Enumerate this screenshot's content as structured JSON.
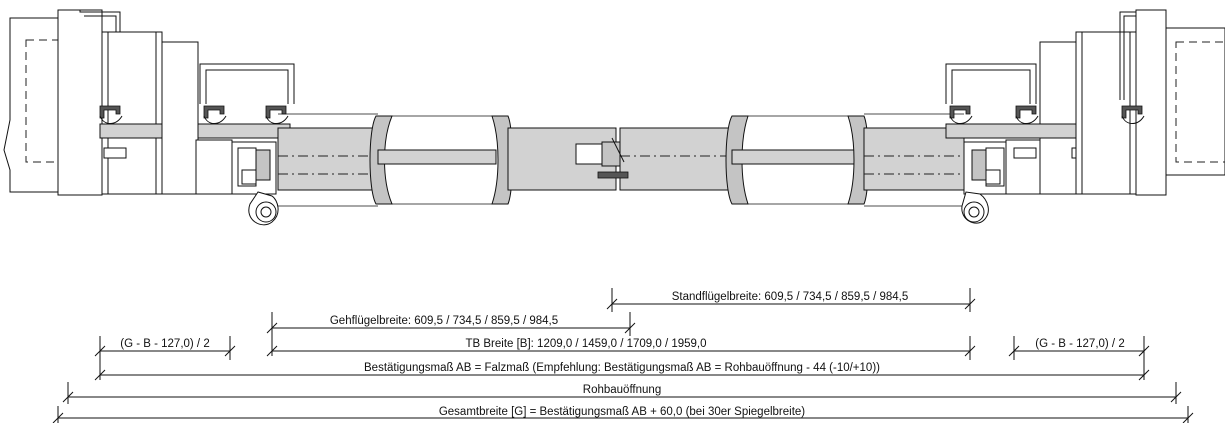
{
  "dimensions": {
    "standfluegel": "Standflügelbreite: 609,5 / 734,5 / 859,5 / 984,5",
    "gehfluegel": "Gehflügelbreite: 609,5 / 734,5 / 859,5 / 984,5",
    "side_left": "(G - B - 127,0) / 2",
    "tb_breite": "TB Breite [B]: 1209,0 / 1459,0 / 1709,0 / 1959,0",
    "side_right": "(G - B - 127,0) / 2",
    "bestaetigung": "Bestätigungsmaß AB = Falzmaß (Empfehlung: Bestätigungsmaß AB = Rohbauöffnung - 44 (-10/+10))",
    "rohbau": "Rohbauöffnung",
    "gesamt": "Gesamtbreite [G] = Bestätigungsmaß AB + 60,0 (bei 30er Spiegelbreite)"
  }
}
